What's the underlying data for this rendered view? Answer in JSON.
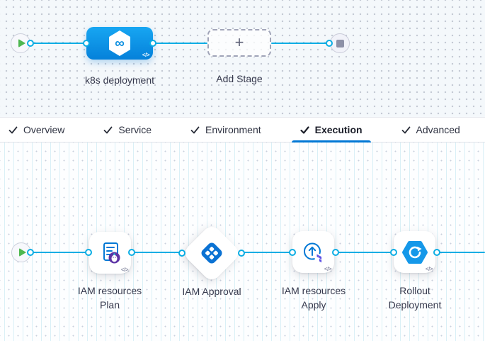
{
  "stage_graph": {
    "start_icon": "play-icon",
    "end_icon": "stop-icon",
    "stage": {
      "label": "k8s deployment",
      "icon": "cd-infinity-icon",
      "infinity_glyph": "∞",
      "code_glyph": "</>"
    },
    "add_stage": {
      "label": "Add Stage",
      "plus_glyph": "+"
    }
  },
  "tab_bar": {
    "tabs": [
      {
        "label": "Overview",
        "checked": true,
        "active": false
      },
      {
        "label": "Service",
        "checked": true,
        "active": false
      },
      {
        "label": "Environment",
        "checked": true,
        "active": false
      },
      {
        "label": "Execution",
        "checked": true,
        "active": true
      },
      {
        "label": "Advanced",
        "checked": true,
        "active": false
      }
    ]
  },
  "execution_graph": {
    "steps": [
      {
        "label_line1": "IAM resources",
        "label_line2": "Plan",
        "kind": "terraform-plan",
        "code_glyph": "</>"
      },
      {
        "label_line1": "IAM Approval",
        "label_line2": "",
        "kind": "harness-approval",
        "code_glyph": ""
      },
      {
        "label_line1": "IAM resources",
        "label_line2": "Apply",
        "kind": "terraform-apply",
        "code_glyph": "</>"
      },
      {
        "label_line1": "Rollout",
        "label_line2": "Deployment",
        "kind": "k8s-rollout",
        "code_glyph": "</>"
      }
    ]
  },
  "colors": {
    "connector_line": "#0aade4",
    "stage_blue_top": "#17a6f2",
    "stage_blue_bottom": "#0581da",
    "tab_active_underline": "#0278d5",
    "play_green": "#4eb750",
    "step_icon_blue": "#0278d5",
    "approval_blue": "#0b72d3",
    "terraform_purple": "#5c4ee4",
    "plan_purple": "#5d34a5",
    "rollout_blue": "#1598e9",
    "label_text": "#36394d"
  }
}
